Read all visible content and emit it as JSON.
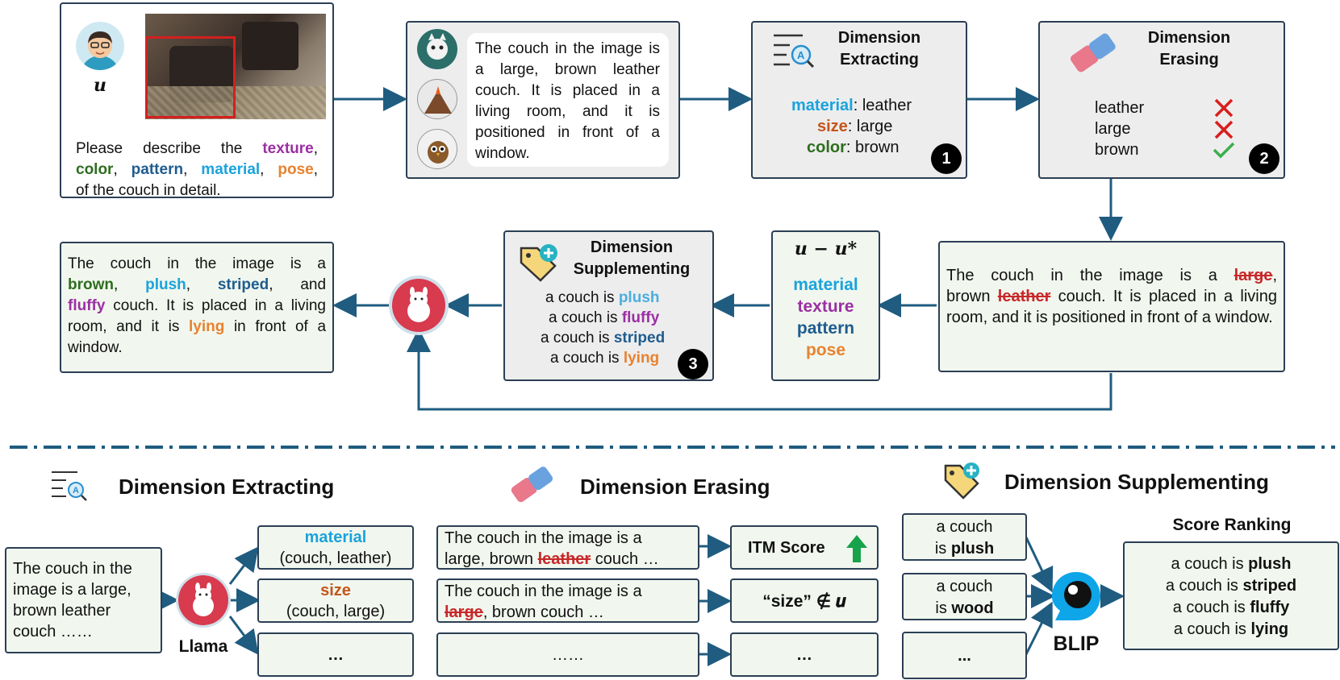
{
  "top": {
    "user_symbol": "𝒖",
    "prompt_text": "Please describe the",
    "prompt_dims": [
      "texture",
      "color",
      "pattern",
      "material",
      "pose"
    ],
    "prompt_tail": "of the couch in detail.",
    "description": "The couch in the image is a large, brown leather couch. It is placed in a living room, and it is positioned in front of a window.",
    "extract_title": "Dimension Extracting",
    "extract_items": [
      {
        "key": "material",
        "value": ": leather"
      },
      {
        "key": "size",
        "value": ": large"
      },
      {
        "key": "color",
        "value": ": brown"
      }
    ],
    "badge1": "1",
    "erase_title": "Dimension Erasing",
    "erase_items": [
      "leather",
      "large",
      "brown"
    ],
    "badge2": "2",
    "erased_desc_a": "The couch in the image is a",
    "erased_word1": "large",
    "erased_desc_b": "brown",
    "erased_word2": "leather",
    "erased_desc_c": "couch. It is placed in a living room, and it is positioned in front of a window.",
    "diff_label": "𝒖 − 𝒖*",
    "diff_items": [
      "material",
      "texture",
      "pattern",
      "pose"
    ],
    "supp_title": "Dimension Supplementing",
    "supp_prefix": "a couch is",
    "supp_items": [
      "plush",
      "fluffy",
      "striped",
      "lying"
    ],
    "badge3": "3",
    "final_words": [
      "brown",
      "plush",
      "striped",
      "fluffy",
      "lying"
    ],
    "final_and": "and",
    "final_a": "The couch in the image is a",
    "final_b": "couch. It is placed in a living room, and it is",
    "final_c": "in front of a window."
  },
  "bottom": {
    "extract_heading": "Dimension Extracting",
    "erase_heading": "Dimension Erasing",
    "supp_heading": "Dimension Supplementing",
    "input_text": "The couch in the image is a large, brown leather couch ……",
    "llama_label": "Llama",
    "extract_outputs": [
      {
        "key": "material",
        "val": "(couch, leather)"
      },
      {
        "key": "size",
        "val": "(couch, large)"
      },
      {
        "key": "",
        "val": "…"
      }
    ],
    "erase_row1_a": "The couch in the image is a",
    "erase_row1_b": "large, brown",
    "erase_row1_strike": "leather",
    "erase_row1_c": "couch …",
    "erase_row2_a": "The couch in the image is a",
    "erase_row2_strike": "large",
    "erase_row2_b": ", brown couch …",
    "erase_row3": "……",
    "itm_score": "ITM Score",
    "size_not_in": "“size” ∉ 𝒖",
    "third_result": "…",
    "supp_cand1_a": "a couch",
    "supp_cand1_b": "is",
    "supp_cand1_w": "plush",
    "supp_cand2_a": "a couch",
    "supp_cand2_b": "is",
    "supp_cand2_w": "wood",
    "supp_cand3": "...",
    "blip_label": "BLIP",
    "ranking_title": "Score Ranking",
    "ranking_prefix": "a couch is",
    "ranking_items": [
      "plush",
      "striped",
      "fluffy",
      "lying"
    ]
  },
  "colors": {
    "arrow": "#1f5c80",
    "box_border": "#2b3f55",
    "green_bg": "#f1f7ee",
    "gray_bg": "#ededed",
    "strike": "#c8282a"
  }
}
